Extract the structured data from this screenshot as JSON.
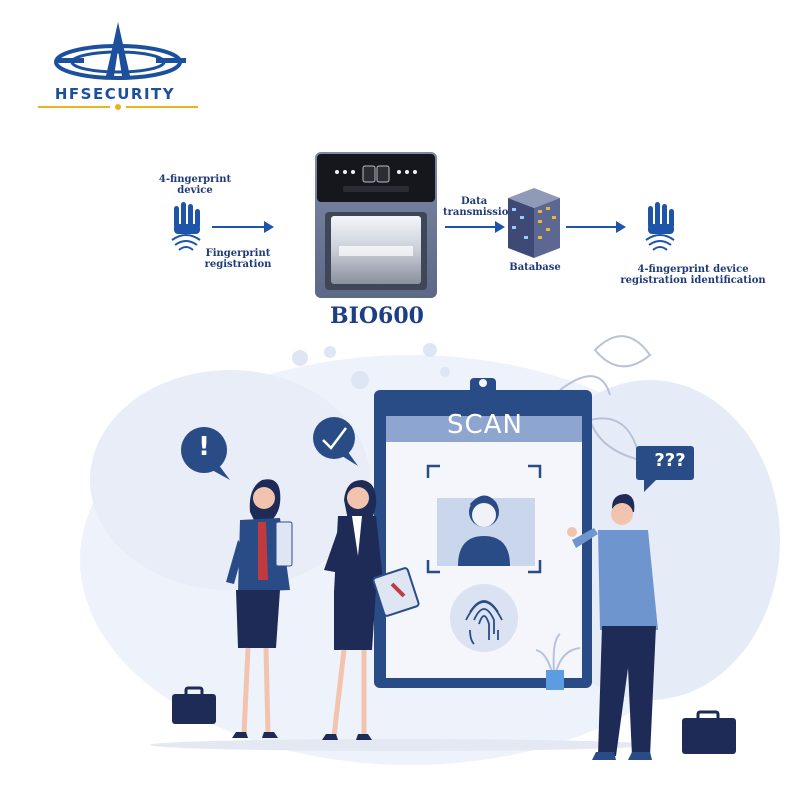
{
  "brand": {
    "logo_text": "HFSECURITY",
    "primary_color": "#1c4f9c",
    "accent_color": "#e9b21e"
  },
  "diagram": {
    "left_label": [
      "4-fingerprint",
      "device"
    ],
    "registration_label": [
      "Fingerprint",
      "registration"
    ],
    "transmission_label": [
      "Data",
      "transmission"
    ],
    "database_label": "Batabase",
    "identification_label": [
      "4-fingerprint device",
      "registration identification"
    ],
    "device_name": "BIO600"
  },
  "illustration": {
    "scan_title": "SCAN",
    "question_bubble": "???",
    "alert_bubble": "!",
    "check_bubble": "check-icon"
  }
}
